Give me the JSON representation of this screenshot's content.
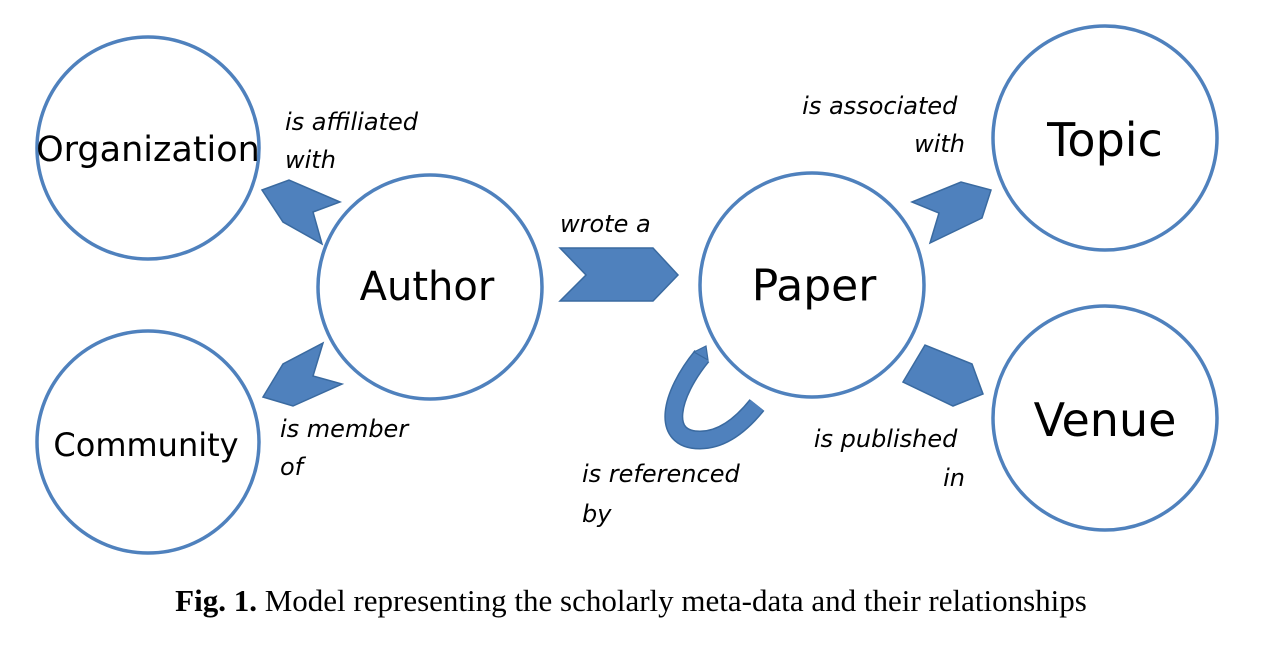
{
  "diagram": {
    "type": "entity-relationship",
    "colors": {
      "node_stroke": "#4f81bd",
      "arrow_fill": "#4f81bd",
      "arrow_stroke": "#3a6aa0",
      "text": "#000000"
    },
    "nodes": [
      {
        "id": "organization",
        "label": "Organization"
      },
      {
        "id": "author",
        "label": "Author"
      },
      {
        "id": "community",
        "label": "Community"
      },
      {
        "id": "paper",
        "label": "Paper"
      },
      {
        "id": "topic",
        "label": "Topic"
      },
      {
        "id": "venue",
        "label": "Venue"
      }
    ],
    "edges": [
      {
        "from": "author",
        "to": "organization",
        "label_lines": [
          "is affiliated",
          "with"
        ]
      },
      {
        "from": "author",
        "to": "community",
        "label_lines": [
          "is member",
          "of"
        ]
      },
      {
        "from": "author",
        "to": "paper",
        "label_lines": [
          "wrote a"
        ]
      },
      {
        "from": "paper",
        "to": "paper",
        "label_lines": [
          "is referenced",
          "by"
        ]
      },
      {
        "from": "paper",
        "to": "topic",
        "label_lines": [
          "is associated",
          "with"
        ]
      },
      {
        "from": "paper",
        "to": "venue",
        "label_lines": [
          "is published",
          "in"
        ]
      }
    ]
  },
  "caption": {
    "figure_number": "Fig. 1.",
    "text": " Model representing the scholarly meta-data and their relationships"
  }
}
